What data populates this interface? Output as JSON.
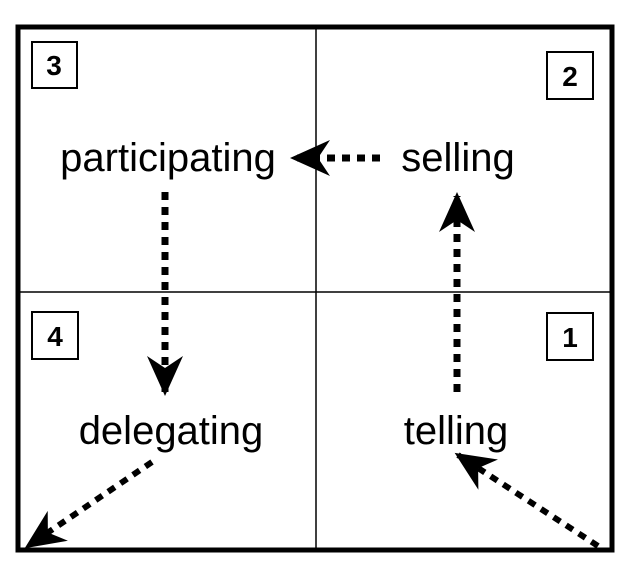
{
  "quadrants": [
    {
      "number": "1",
      "label": "telling"
    },
    {
      "number": "2",
      "label": "selling"
    },
    {
      "number": "3",
      "label": "participating"
    },
    {
      "number": "4",
      "label": "delegating"
    }
  ],
  "colors": {
    "ink": "#000000",
    "background": "#ffffff"
  }
}
